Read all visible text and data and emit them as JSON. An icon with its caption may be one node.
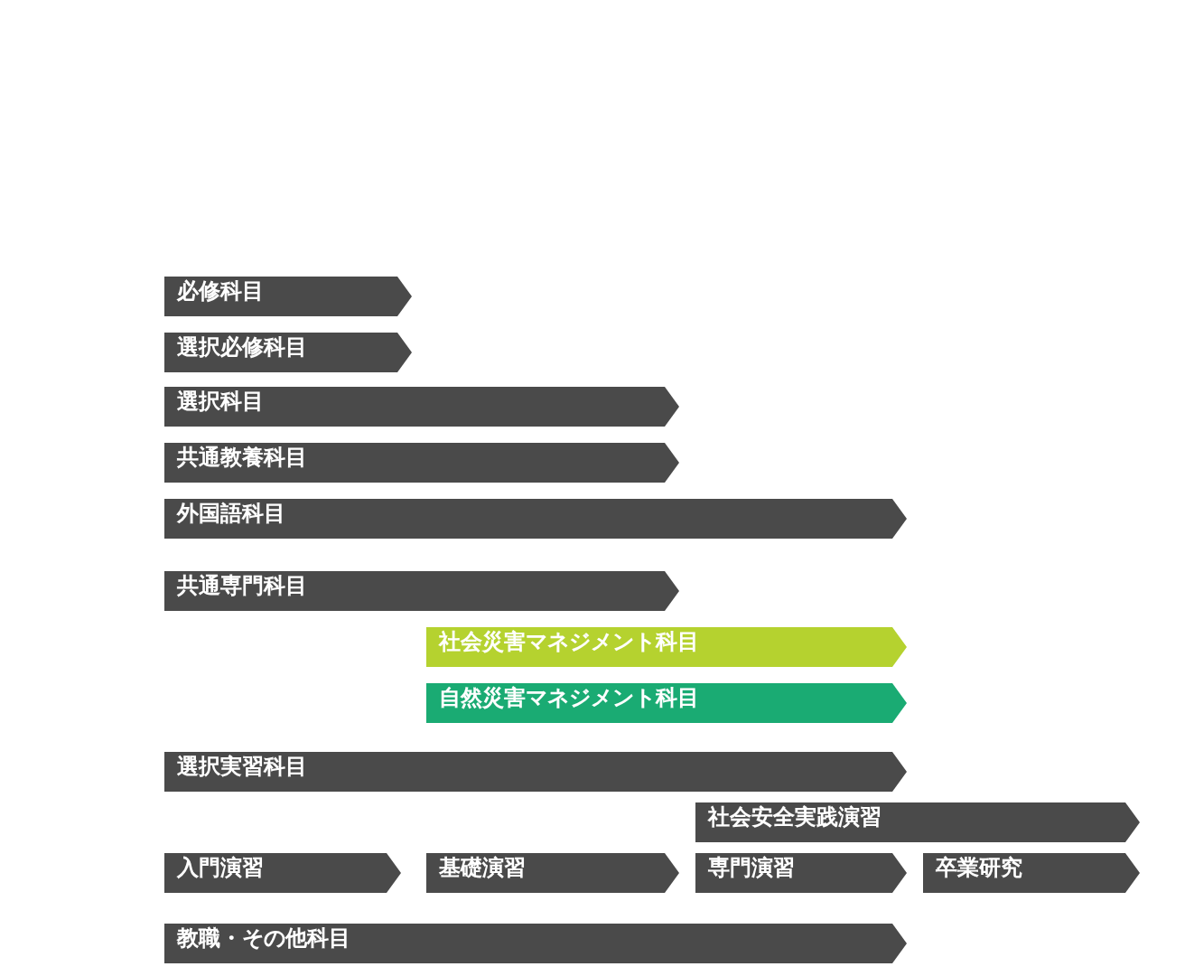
{
  "diagram": {
    "nodes": [
      {
        "text": [
          "必修科目"
        ]
      },
      {
        "text": [
          "選択必修科目"
        ]
      },
      {
        "text": [
          "選択科目"
        ]
      },
      {
        "text": [
          "共通教養科目"
        ]
      },
      {
        "text": [
          "外国語科目"
        ]
      },
      {
        "text": [
          "共通専門科目"
        ]
      },
      {
        "text": [
          "社会災害マネジメント科目"
        ]
      },
      {
        "text": [
          "自然災害マネジメント科目"
        ]
      },
      {
        "text": [
          "選択実習科目"
        ]
      },
      {
        "text": [
          "社会安全実践演習"
        ]
      },
      {
        "text": [
          "入門演習"
        ]
      },
      {
        "text": [
          "基礎演習"
        ]
      },
      {
        "text": [
          "専門演習"
        ]
      },
      {
        "text": [
          "卒業研究"
        ]
      },
      {
        "text": [
          "教職・その他科目"
        ]
      }
    ]
  }
}
